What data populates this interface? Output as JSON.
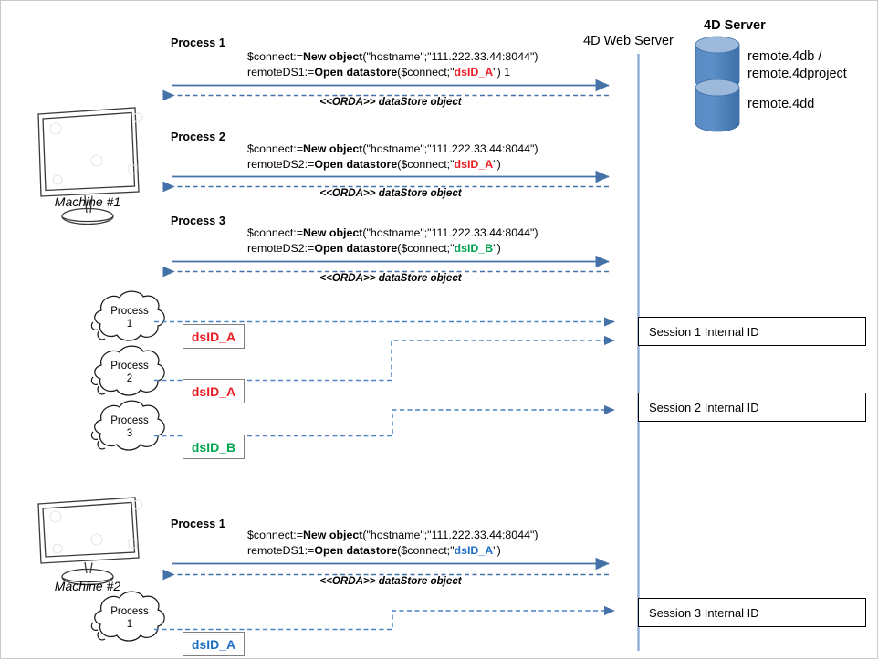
{
  "diagram": {
    "title": "4D ORDA remote datastore sessions",
    "colors": {
      "arrow_blue": "#4472a8",
      "dashed_blue": "#5b8fd0",
      "cylinder_blue": "#4e81bd",
      "cylinder_top": "#9cb9dc",
      "dsid_red": "#ec1c24",
      "dsid_green": "#00a550",
      "dsid_blue": "#1f6fc4",
      "page_border": "#c9c9c9",
      "session_border": "#000000",
      "dsid_border": "#808080"
    }
  },
  "server": {
    "title": "4D Server",
    "webserver_label": "4D Web Server",
    "stores": [
      {
        "icon": "cylinder-icon",
        "label": "remote.4db /\nremote.4dproject"
      },
      {
        "icon": "cylinder-icon",
        "label": "remote.4dd"
      }
    ]
  },
  "machines": [
    {
      "icon": "monitor-icon",
      "label": "Machine #1"
    },
    {
      "icon": "monitor-icon",
      "label": "Machine #2"
    }
  ],
  "exchanges": [
    {
      "process_label": "Process 1",
      "code_line1_prefix": "$connect:=",
      "code_line1_bold": "New object",
      "code_line1_suffix": "(\"hostname\";\"111.222.33.44:8044\")",
      "code_line2_prefix": "remoteDS1:=",
      "code_line2_bold": "Open datastore",
      "code_line2_mid": "($connect;\"",
      "code_line2_dsid": "dsID_A",
      "code_line2_dsid_color": "red",
      "code_line2_suffix": "\") 1",
      "return_label": "<<ORDA>> dataStore object"
    },
    {
      "process_label": "Process 2",
      "code_line1_prefix": "$connect:=",
      "code_line1_bold": "New object",
      "code_line1_suffix": "(\"hostname\";\"111.222.33.44:8044\")",
      "code_line2_prefix": "remoteDS2:=",
      "code_line2_bold": "Open datastore",
      "code_line2_mid": "($connect;\"",
      "code_line2_dsid": "dsID_A",
      "code_line2_dsid_color": "red",
      "code_line2_suffix": "\")",
      "return_label": "<<ORDA>> dataStore object"
    },
    {
      "process_label": "Process 3",
      "code_line1_prefix": "$connect:=",
      "code_line1_bold": "New object",
      "code_line1_suffix": "(\"hostname\";\"111.222.33.44:8044\")",
      "code_line2_prefix": "remoteDS2:=",
      "code_line2_bold": "Open datastore",
      "code_line2_mid": "($connect;\"",
      "code_line2_dsid": "dsID_B",
      "code_line2_dsid_color": "green",
      "code_line2_suffix": "\")",
      "return_label": "<<ORDA>> dataStore object"
    },
    {
      "process_label": "Process 1",
      "code_line1_prefix": "$connect:=",
      "code_line1_bold": "New object",
      "code_line1_suffix": "(\"hostname\";\"111.222.33.44:8044\")",
      "code_line2_prefix": "remoteDS1:=",
      "code_line2_bold": "Open datastore",
      "code_line2_mid": "($connect;\"",
      "code_line2_dsid": "dsID_A",
      "code_line2_dsid_color": "blue",
      "code_line2_suffix": "\")",
      "return_label": "<<ORDA>> dataStore object"
    }
  ],
  "clouds": [
    {
      "line1": "Process",
      "line2": "1",
      "dsid": "dsID_A",
      "dsid_color": "red"
    },
    {
      "line1": "Process",
      "line2": "2",
      "dsid": "dsID_A",
      "dsid_color": "red"
    },
    {
      "line1": "Process",
      "line2": "3",
      "dsid": "dsID_B",
      "dsid_color": "green"
    },
    {
      "line1": "Process",
      "line2": "1",
      "dsid": "dsID_A",
      "dsid_color": "blue"
    }
  ],
  "sessions": [
    {
      "label": "Session 1 Internal ID"
    },
    {
      "label": "Session 2 Internal ID"
    },
    {
      "label": "Session 3 Internal ID"
    }
  ]
}
